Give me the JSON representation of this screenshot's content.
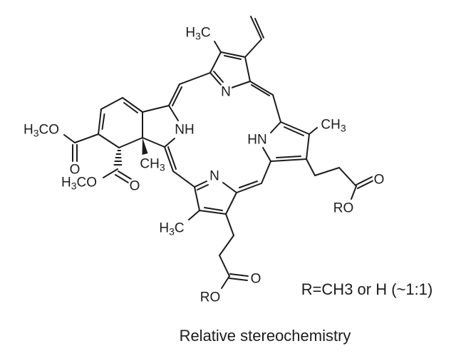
{
  "molecule": {
    "atoms": {
      "h3c_top": {
        "pre": "H",
        "sub": "3",
        "post": "C"
      },
      "n_top": {
        "pre": "N",
        "sub": "",
        "post": ""
      },
      "nh_left": {
        "pre": "NH",
        "sub": "",
        "post": ""
      },
      "hn_right": {
        "pre": "HN",
        "sub": "",
        "post": ""
      },
      "n_bottom": {
        "pre": "N",
        "sub": "",
        "post": ""
      },
      "ch3_right": {
        "pre": "CH",
        "sub": "3",
        "post": ""
      },
      "ch3_center": {
        "pre": "CH",
        "sub": "3",
        "post": ""
      },
      "h3c_bottom": {
        "pre": "H",
        "sub": "3",
        "post": "C"
      },
      "h3co_upper": {
        "pre": "H",
        "sub": "3",
        "post": "CO"
      },
      "o_upper": {
        "pre": "O",
        "sub": "",
        "post": ""
      },
      "h3co_lower": {
        "pre": "H",
        "sub": "3",
        "post": "CO"
      },
      "o_lower": {
        "pre": "O",
        "sub": "",
        "post": ""
      },
      "o_right": {
        "pre": "O",
        "sub": "",
        "post": ""
      },
      "ro_right": {
        "pre": "RO",
        "sub": "",
        "post": ""
      },
      "o_bottom": {
        "pre": "O",
        "sub": "",
        "post": ""
      },
      "ro_bottom": {
        "pre": "RO",
        "sub": "",
        "post": ""
      }
    },
    "annotations": {
      "r_definition": "R=CH3 or H (~1:1)",
      "caption": "Relative stereochemistry"
    }
  },
  "colors": {
    "bond": "#1c1c1c",
    "text": "#1c1c1c",
    "background": "#ffffff"
  }
}
